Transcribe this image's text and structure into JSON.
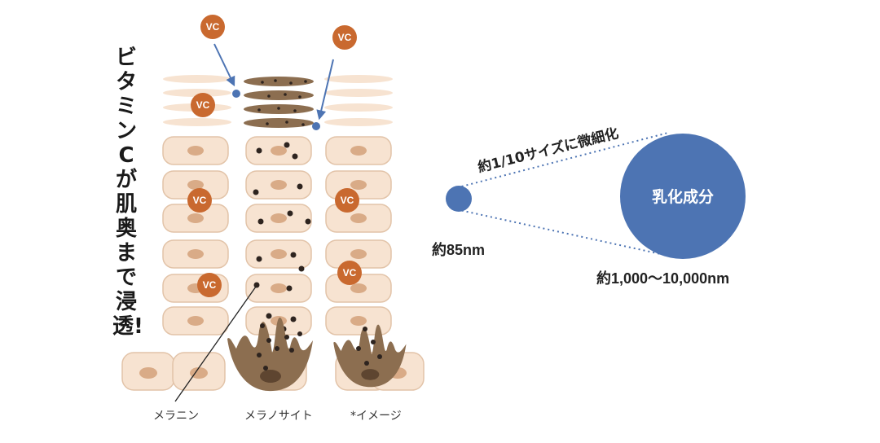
{
  "vertical_title": "ビタミンCが肌奥まで浸透!",
  "vc_label": "VC",
  "labels": {
    "melanin": "メラニン",
    "melanocyte": "メラノサイト",
    "image_note": "*イメージ"
  },
  "comparison": {
    "reduction_label": "約1/10サイズに微細化",
    "small_size": "約85nm",
    "big_circle_label": "乳化成分",
    "big_size": "約1,000〜10,000nm"
  },
  "colors": {
    "vc_orange": "#c9692f",
    "particle_blue": "#4d74b3",
    "cell_fill": "#f7e3d1",
    "cell_stroke": "#e2c3a8",
    "nucleus": "#d9ab87",
    "melanin_dot": "#2e241f",
    "melanocyte": "#8c6e50",
    "dotted_line": "#4d74b3"
  }
}
